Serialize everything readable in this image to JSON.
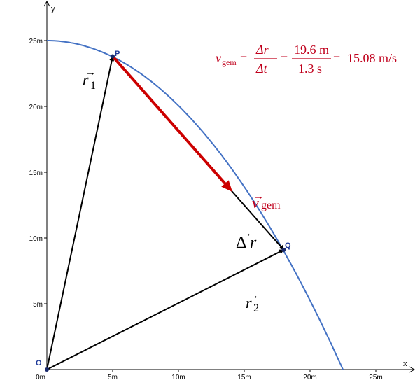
{
  "axes": {
    "x_name": "x",
    "y_name": "y",
    "x_ticks": [
      "0m",
      "5m",
      "10m",
      "15m",
      "20m",
      "25m"
    ],
    "y_ticks": [
      "5m",
      "10m",
      "15m",
      "20m",
      "25m"
    ]
  },
  "points": {
    "O": {
      "label": "O",
      "x": 0,
      "y": 0
    },
    "P": {
      "label": "P",
      "x": 5,
      "y": 23.8
    },
    "Q": {
      "label": "Q",
      "x": 18,
      "y": 9.1
    }
  },
  "curve": {
    "y0": 25,
    "x_end": 22.5
  },
  "vectors": {
    "r1": "r",
    "r1_sub": "1",
    "r2": "r",
    "r2_sub": "2",
    "dr_delta": "Δ",
    "dr_r": "r",
    "vgem": "v",
    "vgem_sub": "gem"
  },
  "formula": {
    "lhs": "v",
    "lhs_sub": "gem",
    "eq1": "=",
    "frac1_num": "Δr",
    "frac1_den": "Δt",
    "eq2": "=",
    "frac2_num": "19.6 m",
    "frac2_den": "1.3 s",
    "eq3": "=",
    "result": "15.08 m/s"
  },
  "colors": {
    "curve": "#4472c4",
    "velocity": "#cc0000",
    "formula": "#c0001c",
    "point_fill": "#1a2a6c",
    "point_label": "#1f3a9a"
  }
}
